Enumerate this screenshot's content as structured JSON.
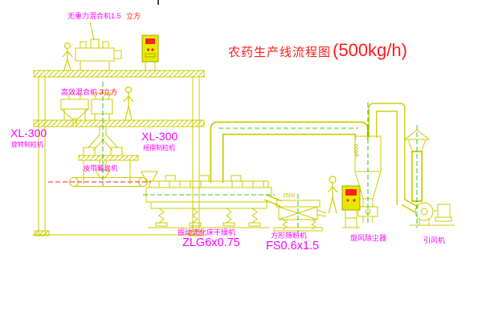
{
  "title": {
    "main": "农药生产线流程图",
    "capacity": "(500kg/h)"
  },
  "labels": {
    "roof_mixer_main": "无重力混合机1.5",
    "roof_mixer_suffix": "立方",
    "mixer_2f_main": "高效混合机",
    "mixer_2f_suffix": "3立方",
    "granulator_left_model": "XL-300",
    "granulator_left_name": "旋转制粒机",
    "granulator_center_model": "XL-300",
    "granulator_center_name": "摇摆制粒机",
    "belt_conveyor": "皮带输送机",
    "dryer_name": "振动流化床干燥机",
    "dryer_model": "ZLG6x0.75",
    "sieve_name": "方形筛粉机",
    "sieve_model": "FS0.6x1.5",
    "cyclone": "旋风除尘器",
    "fan": "引风机"
  },
  "dimensions": {
    "sieve_length": "1500",
    "duct_diameter": "φ600"
  },
  "colors": {
    "drawing_line": "#cccc00",
    "label_text": "#ff00ff",
    "title_text": "#ff1a1a",
    "centerline": "#00b300",
    "ground_dashed": "#ff2222",
    "cabinet_fill": "#e9e900"
  }
}
